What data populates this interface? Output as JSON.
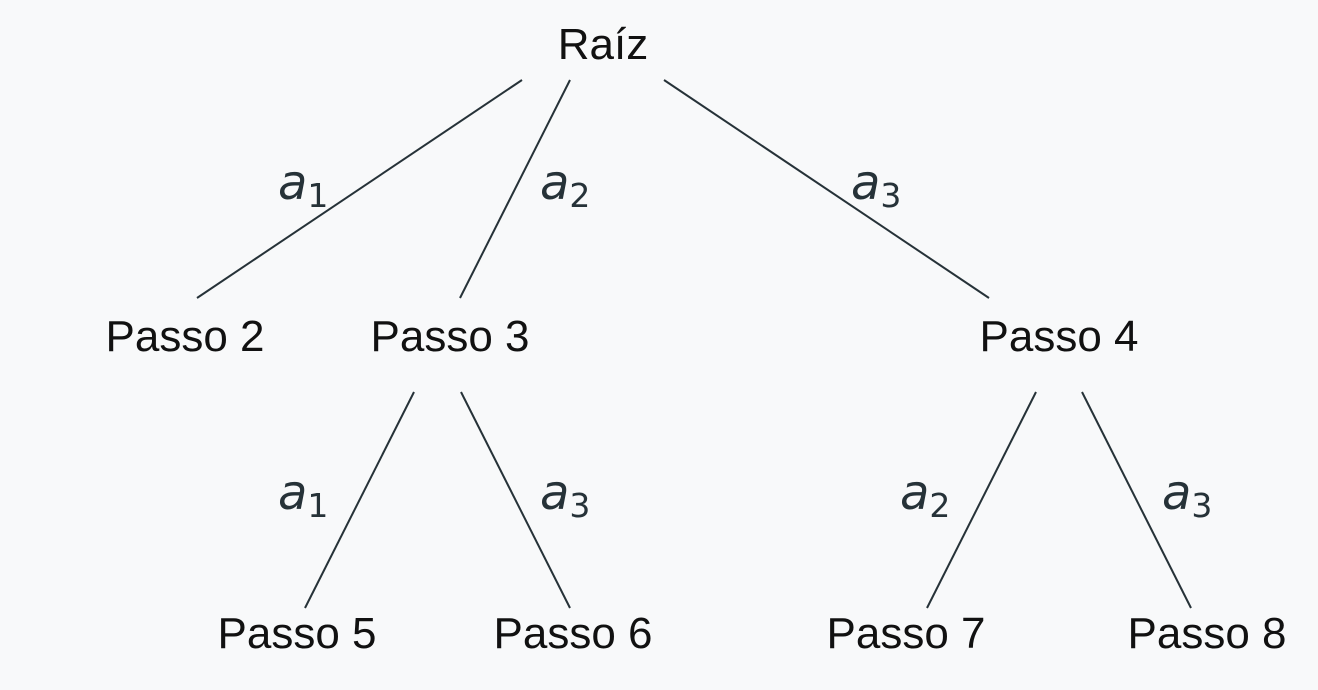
{
  "nodes": [
    {
      "id": "root",
      "label": "Raíz"
    },
    {
      "id": "p2",
      "label": "Passo 2"
    },
    {
      "id": "p3",
      "label": "Passo 3"
    },
    {
      "id": "p4",
      "label": "Passo 4"
    },
    {
      "id": "p5",
      "label": "Passo 5"
    },
    {
      "id": "p6",
      "label": "Passo 6"
    },
    {
      "id": "p7",
      "label": "Passo 7"
    },
    {
      "id": "p8",
      "label": "Passo 8"
    }
  ],
  "edges": [
    {
      "from": "root",
      "to": "p2",
      "label": "a",
      "sub": "1"
    },
    {
      "from": "root",
      "to": "p3",
      "label": "a",
      "sub": "2"
    },
    {
      "from": "root",
      "to": "p4",
      "label": "a",
      "sub": "3"
    },
    {
      "from": "p3",
      "to": "p5",
      "label": "a",
      "sub": "1"
    },
    {
      "from": "p3",
      "to": "p6",
      "label": "a",
      "sub": "3"
    },
    {
      "from": "p4",
      "to": "p7",
      "label": "a",
      "sub": "2"
    },
    {
      "from": "p4",
      "to": "p8",
      "label": "a",
      "sub": "3"
    }
  ]
}
